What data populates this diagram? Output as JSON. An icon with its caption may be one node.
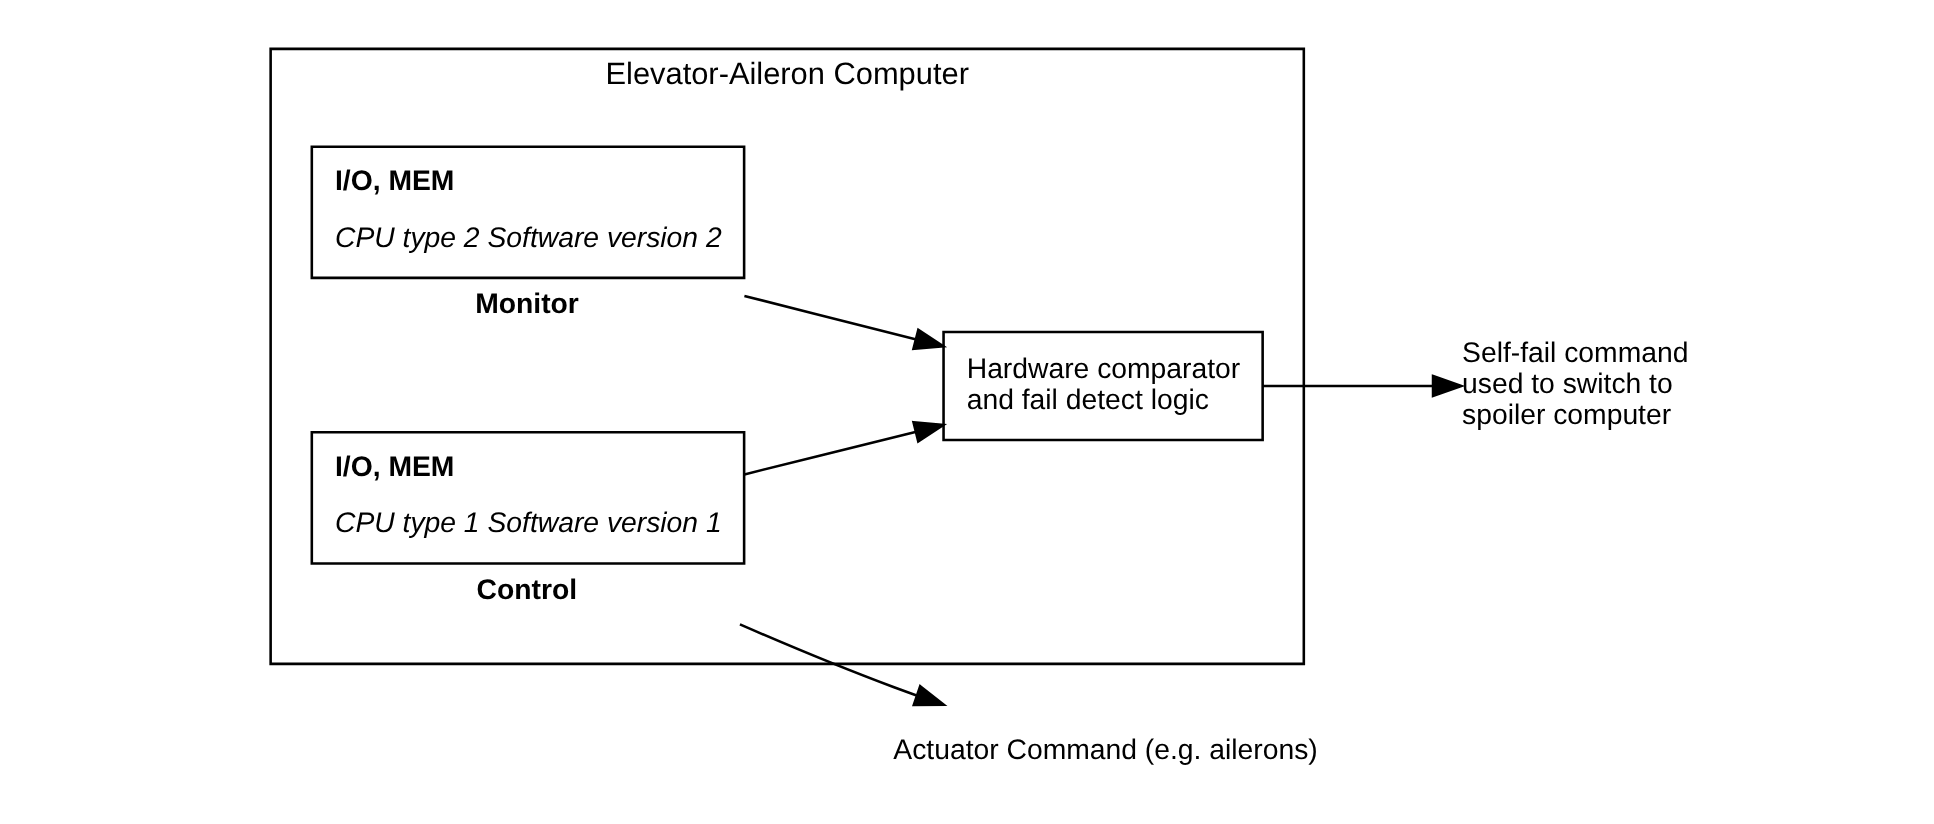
{
  "diagram": {
    "nodes": [
      {
        "text": [
          "Elevator-Aileron Computer"
        ]
      },
      {
        "text": [
          "I/O, MEM",
          "CPU type 1 Software version 1"
        ],
        "in": 0,
        "beside": [
          "Control"
        ]
      },
      {
        "text": [
          "Hardware comparator and fail detect logic"
        ],
        "in": 0
      },
      {
        "text": [
          "I/O, MEM",
          "CPU type 2 Software version 2"
        ],
        "in": 0,
        "beside": [
          "Monitor"
        ]
      },
      {
        "text": [
          "Actuator Command (e.g. ailerons)"
        ]
      },
      {
        "text": [
          "Self-fail command used to switch to spoiler computer"
        ]
      }
    ],
    "edges": [
      {
        "from": 1,
        "to": 4,
        "arrow": "to"
      },
      {
        "from": 1,
        "to": 2,
        "arrow": "to"
      },
      {
        "from": 3,
        "to": 2,
        "arrow": "to"
      },
      {
        "from": 2,
        "to": 5,
        "arrow": "to"
      }
    ]
  }
}
